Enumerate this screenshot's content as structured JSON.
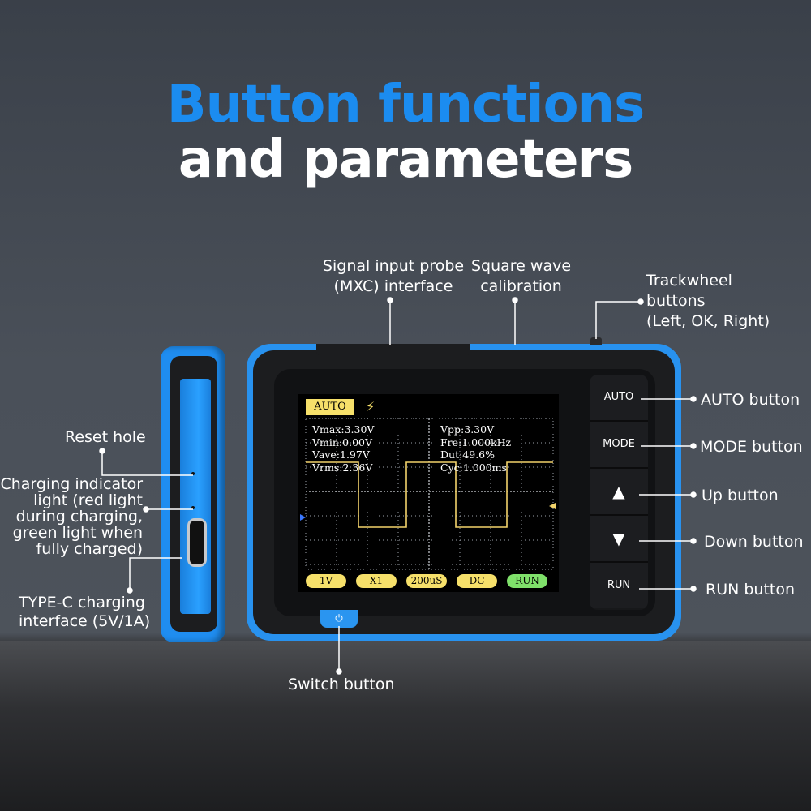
{
  "title": {
    "line1": "Button functions",
    "line2": "and parameters"
  },
  "labels": {
    "probe": [
      "Signal input probe",
      "(MXC) interface"
    ],
    "square": [
      "Square wave",
      "calibration"
    ],
    "trackwheel": [
      "Trackwheel",
      "buttons",
      "(Left, OK, Right)"
    ],
    "auto": "AUTO button",
    "mode": "MODE button",
    "up": "Up button",
    "down": "Down button",
    "run": "RUN button",
    "reset": "Reset hole",
    "charging": [
      "Charging indicator",
      "light (red light",
      "during charging,",
      "green light when",
      "fully charged)"
    ],
    "typec": [
      "TYPE-C charging",
      "interface (5V/1A)"
    ],
    "switch": "Switch button"
  },
  "device": {
    "buttons": {
      "auto": "AUTO",
      "mode": "MODE",
      "up": "▲",
      "down": "▼",
      "run": "RUN"
    },
    "power_icon": "power-icon"
  },
  "screen": {
    "mode_tag": "AUTO",
    "trigger_icon": "trigger-icon",
    "left_readouts": [
      "Vmax:3.30V",
      "Vmin:0.00V",
      "Vave:1.97V",
      "Vrms:2.36V"
    ],
    "right_readouts": [
      "Vpp:3.30V",
      "Fre:1.000kHz",
      "Dut:49.6%",
      "Cyc:1.000ms"
    ],
    "bottom": [
      "1V",
      "X1",
      "200uS",
      "DC",
      "RUN"
    ],
    "colors": {
      "trace": "#f2d36b",
      "run": "#7fe06a",
      "tag": "#f6e06a"
    }
  },
  "colors": {
    "accent": "#1b8cf0",
    "device_blue": "#2892ef"
  }
}
